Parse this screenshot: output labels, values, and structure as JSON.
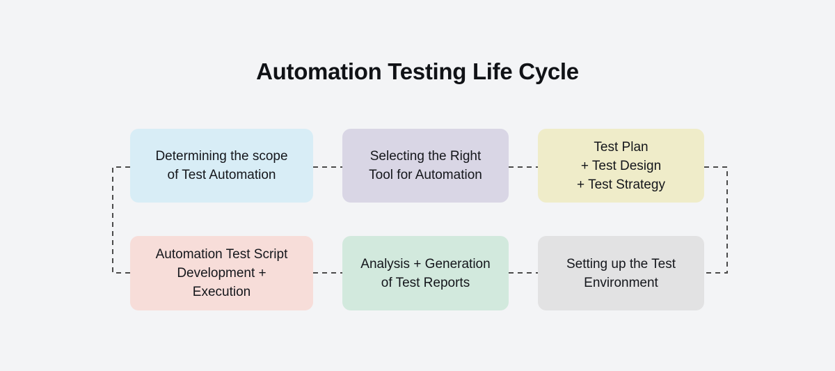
{
  "title": "Automation Testing Life Cycle",
  "colors": {
    "background": "#f3f4f6",
    "title_text": "#101216",
    "box_text": "#14161b",
    "connector": "#4a4a4a"
  },
  "steps": [
    {
      "id": "determining-scope",
      "lines": [
        "Determining the scope",
        "of Test Automation"
      ],
      "fill": "#d8edf6"
    },
    {
      "id": "selecting-tool",
      "lines": [
        "Selecting the Right",
        "Tool for Automation"
      ],
      "fill": "#d9d6e5"
    },
    {
      "id": "test-plan",
      "lines": [
        "Test Plan",
        "+ Test Design",
        "+ Test Strategy"
      ],
      "fill": "#efecc9"
    },
    {
      "id": "script-development",
      "lines": [
        "Automation Test Script",
        "Development +",
        "Execution"
      ],
      "fill": "#f7ddd9"
    },
    {
      "id": "analysis-reports",
      "lines": [
        "Analysis + Generation",
        "of Test Reports"
      ],
      "fill": "#d2e9dd"
    },
    {
      "id": "test-environment",
      "lines": [
        "Setting up the Test",
        "Environment"
      ],
      "fill": "#e2e2e3"
    }
  ]
}
